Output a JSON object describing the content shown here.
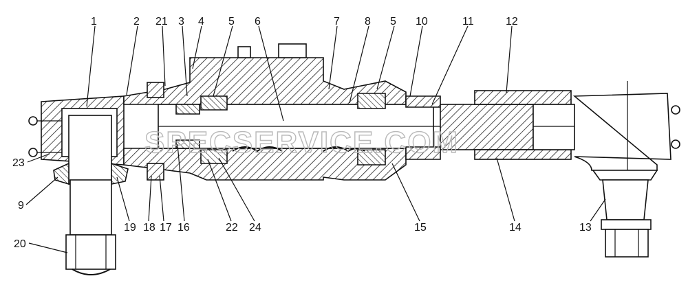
{
  "watermark": "SPECSERVICE.COM",
  "callouts": [
    "1",
    "2",
    "21",
    "3",
    "4",
    "5",
    "6",
    "7",
    "8",
    "5",
    "10",
    "11",
    "12",
    "23",
    "9",
    "19",
    "18",
    "17",
    "16",
    "22",
    "24",
    "15",
    "14",
    "13",
    "20"
  ]
}
